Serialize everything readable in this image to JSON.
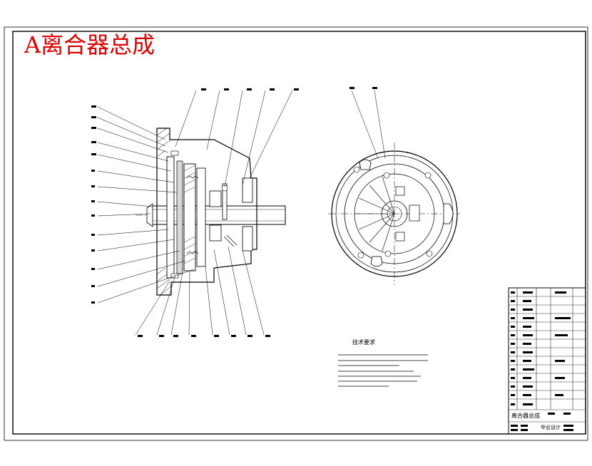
{
  "title": "A离合器总成",
  "colors": {
    "title": "#e00000",
    "line": "#000000",
    "paper": "#ffffff"
  },
  "notes": {
    "heading": "技术要求"
  },
  "title_block": {
    "name": "离合器总成",
    "subtitle": "毕业设计"
  }
}
